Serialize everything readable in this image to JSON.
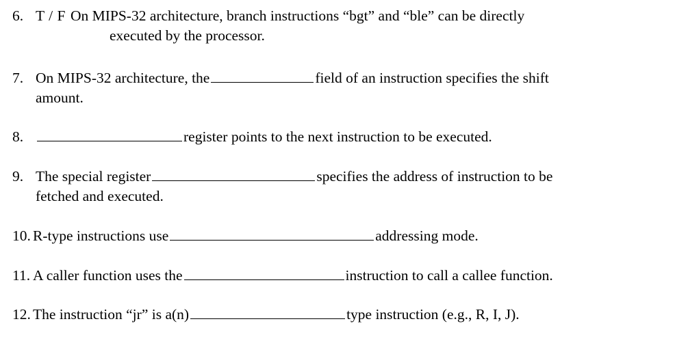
{
  "document": {
    "type": "worksheet",
    "background_color": "#ffffff",
    "text_color": "#000000",
    "questions": [
      {
        "number": "6.",
        "tf_marker": "T  /  F",
        "line1": "On MIPS-32 architecture, branch instructions “bgt” and “ble” can be directly",
        "line2": "executed by the processor.",
        "blank_width": 0
      },
      {
        "number": "7.",
        "part_a": "On MIPS-32 architecture, the",
        "blank_width": 150,
        "part_b": "field of an instruction specifies the shift",
        "line2": "amount."
      },
      {
        "number": "8.",
        "part_a": "",
        "blank_width": 212,
        "part_b": "register points to the next instruction to be executed.",
        "line2": ""
      },
      {
        "number": "9.",
        "part_a": "The special register",
        "blank_width": 238,
        "part_b": "specifies the address of instruction to be",
        "line2": "fetched and executed."
      },
      {
        "number": "10.",
        "part_a": "R-type instructions use",
        "blank_width": 298,
        "part_b": "addressing mode.",
        "line2": ""
      },
      {
        "number": "11.",
        "part_a": "A caller function uses the",
        "blank_width": 234,
        "part_b": "instruction to call a callee function.",
        "line2": ""
      },
      {
        "number": "12.",
        "part_a": "The instruction “jr” is a(n)",
        "blank_width": 226,
        "part_b": "type instruction (e.g., R, I, J).",
        "line2": ""
      }
    ]
  }
}
